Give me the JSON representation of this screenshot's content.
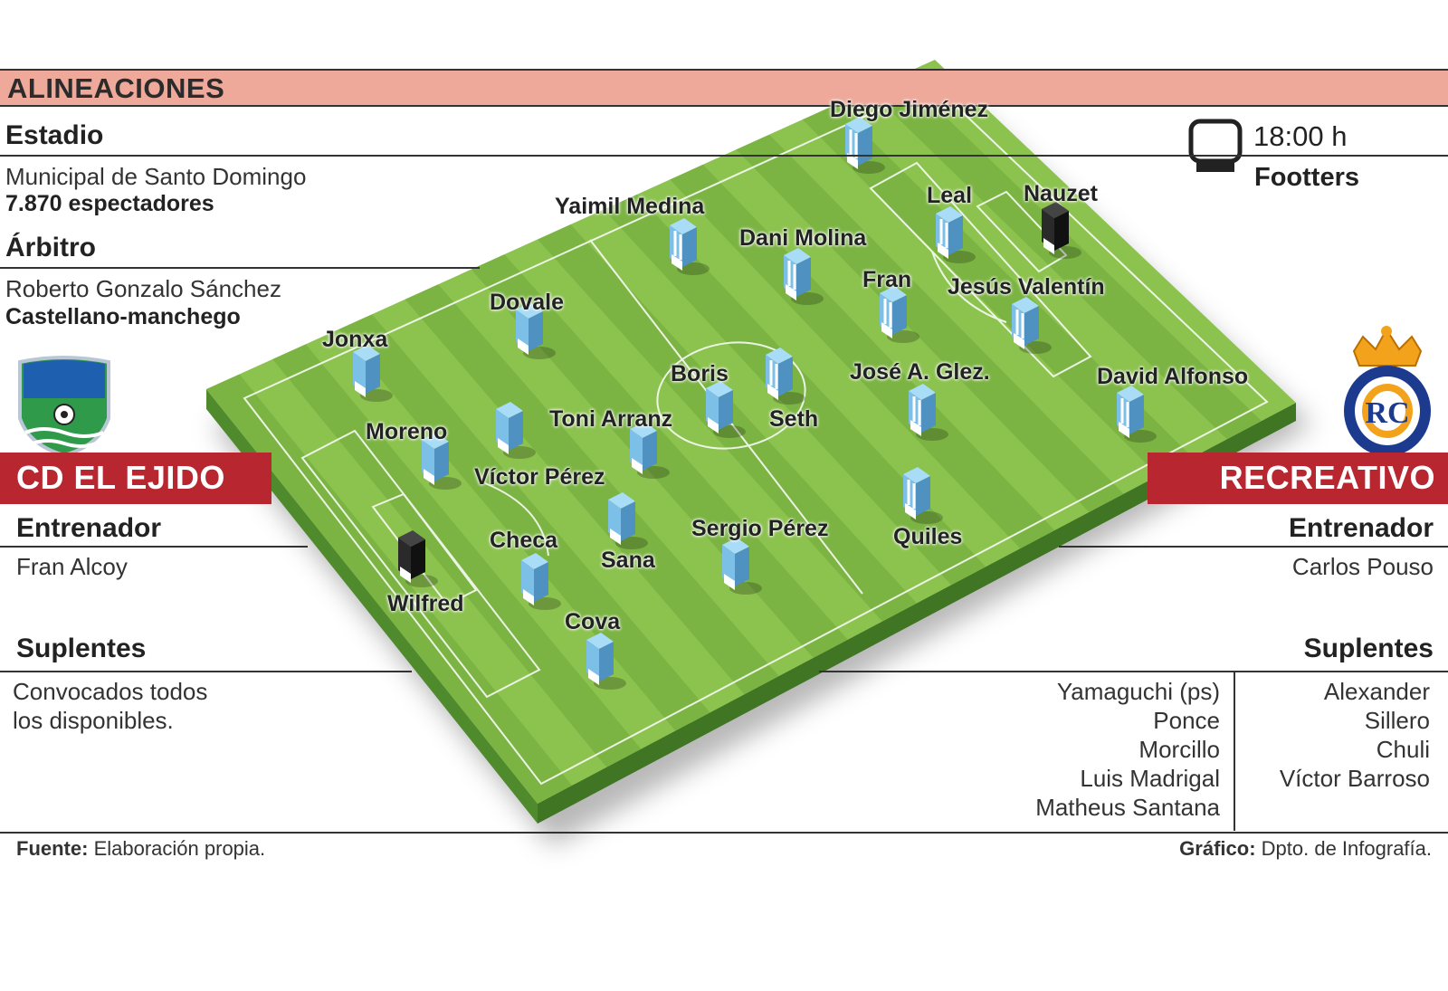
{
  "header": {
    "title": "ALINEACIONES"
  },
  "stadium": {
    "label": "Estadio",
    "name": "Municipal de Santo Domingo",
    "attendance": "7.870 espectadores"
  },
  "referee": {
    "label": "Árbitro",
    "name": "Roberto Gonzalo Sánchez",
    "region": "Castellano-manchego"
  },
  "broadcast": {
    "time": "18:00 h",
    "channel": "Footters",
    "icon": "tv-icon"
  },
  "home": {
    "name": "CD EL EJIDO",
    "crest_icon": "el-ejido-crest-icon",
    "coach_label": "Entrenador",
    "coach": "Fran Alcoy",
    "subs_label": "Suplentes",
    "subs_line1": "Convocados todos",
    "subs_line2": "los disponibles.",
    "players": [
      "Jonxa",
      "Dovale",
      "Moreno",
      "Víctor Pérez",
      "Toni Arranz",
      "Boris",
      "Checa",
      "Sana",
      "Wilfred",
      "Cova",
      "Sergio Pérez"
    ]
  },
  "away": {
    "name": "RECREATIVO",
    "crest_icon": "recreativo-crest-icon",
    "coach_label": "Entrenador",
    "coach": "Carlos Pouso",
    "subs_label": "Suplentes",
    "subs_col1": [
      "Yamaguchi (ps)",
      "Ponce",
      "Morcillo",
      "Luis Madrigal",
      "Matheus Santana"
    ],
    "subs_col2": [
      "Alexander",
      "Sillero",
      "Chuli",
      "Víctor Barroso"
    ],
    "players": [
      "Diego Jiménez",
      "Yaimil Medina",
      "Dani Molina",
      "Leal",
      "Nauzet",
      "Fran",
      "Jesús Valentín",
      "Seth",
      "José A. Glez.",
      "David Alfonso",
      "Quiles"
    ]
  },
  "footer": {
    "source_label": "Fuente:",
    "source": "Elaboración propia.",
    "graphic_label": "Gráfico:",
    "graphic": "Dpto. de Infografía."
  },
  "colors": {
    "banner": "#eea99a",
    "team_bar": "#b8262f",
    "pitch_light": "#8cc24e",
    "pitch_dark": "#7bb443",
    "home_kit": "#7cc0e8",
    "away_kit": "#7cc0e8",
    "goalkeeper_kit": "#2a2a2a"
  }
}
